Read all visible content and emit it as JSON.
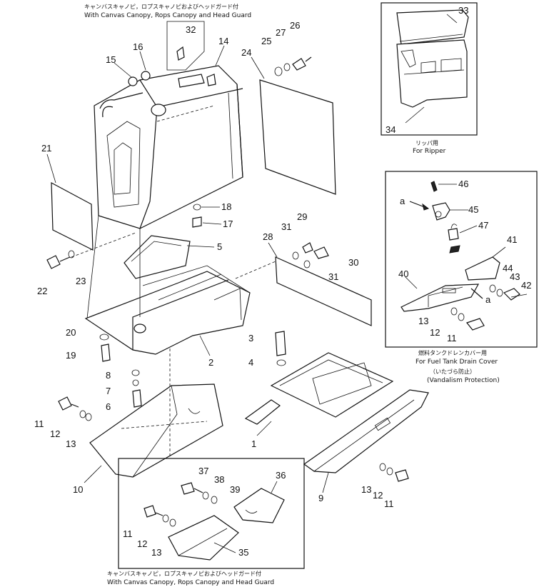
{
  "captions": {
    "top_jp": "キャンバスキャノピ，ロプスキャノピおよびヘッドガード付",
    "top_en": "With Canvas Canopy, Rops Canopy and Head Guard",
    "bottom_jp": "キャンバスキャノピ，ロプスキャノピおよびヘッドガード付",
    "bottom_en": "With Canvas Canopy, Rops Canopy and Head Guard",
    "ripper_jp": "リッパ用",
    "ripper_en": "For Ripper",
    "fuel_jp": "燃料タンクドレンカバー用",
    "fuel_en": "For Fuel Tank Drain Cover",
    "vandal_jp": "（いたづら防止）",
    "vandal_en": "(Vandalism Protection)",
    "arrow_a1": "a",
    "arrow_a2": "a"
  },
  "callouts": {
    "c1": "1",
    "c2": "2",
    "c3": "3",
    "c4": "4",
    "c5": "5",
    "c6": "6",
    "c7": "7",
    "c8": "8",
    "c9": "9",
    "c10": "10",
    "c11a": "11",
    "c11b": "11",
    "c11c": "11",
    "c11d": "11",
    "c12a": "12",
    "c12b": "12",
    "c12c": "12",
    "c12d": "12",
    "c13a": "13",
    "c13b": "13",
    "c13c": "13",
    "c13d": "13",
    "c14": "14",
    "c15": "15",
    "c16": "16",
    "c17": "17",
    "c18": "18",
    "c19": "19",
    "c20": "20",
    "c21": "21",
    "c22": "22",
    "c23": "23",
    "c24": "24",
    "c25": "25",
    "c26": "26",
    "c27": "27",
    "c28": "28",
    "c29": "29",
    "c30": "30",
    "c31a": "31",
    "c31b": "31",
    "c32": "32",
    "c33": "33",
    "c34": "34",
    "c35": "35",
    "c36": "36",
    "c37": "37",
    "c38": "38",
    "c39": "39",
    "c40": "40",
    "c41": "41",
    "c42": "42",
    "c43": "43",
    "c44": "44",
    "c45": "45",
    "c46": "46",
    "c47": "47"
  }
}
